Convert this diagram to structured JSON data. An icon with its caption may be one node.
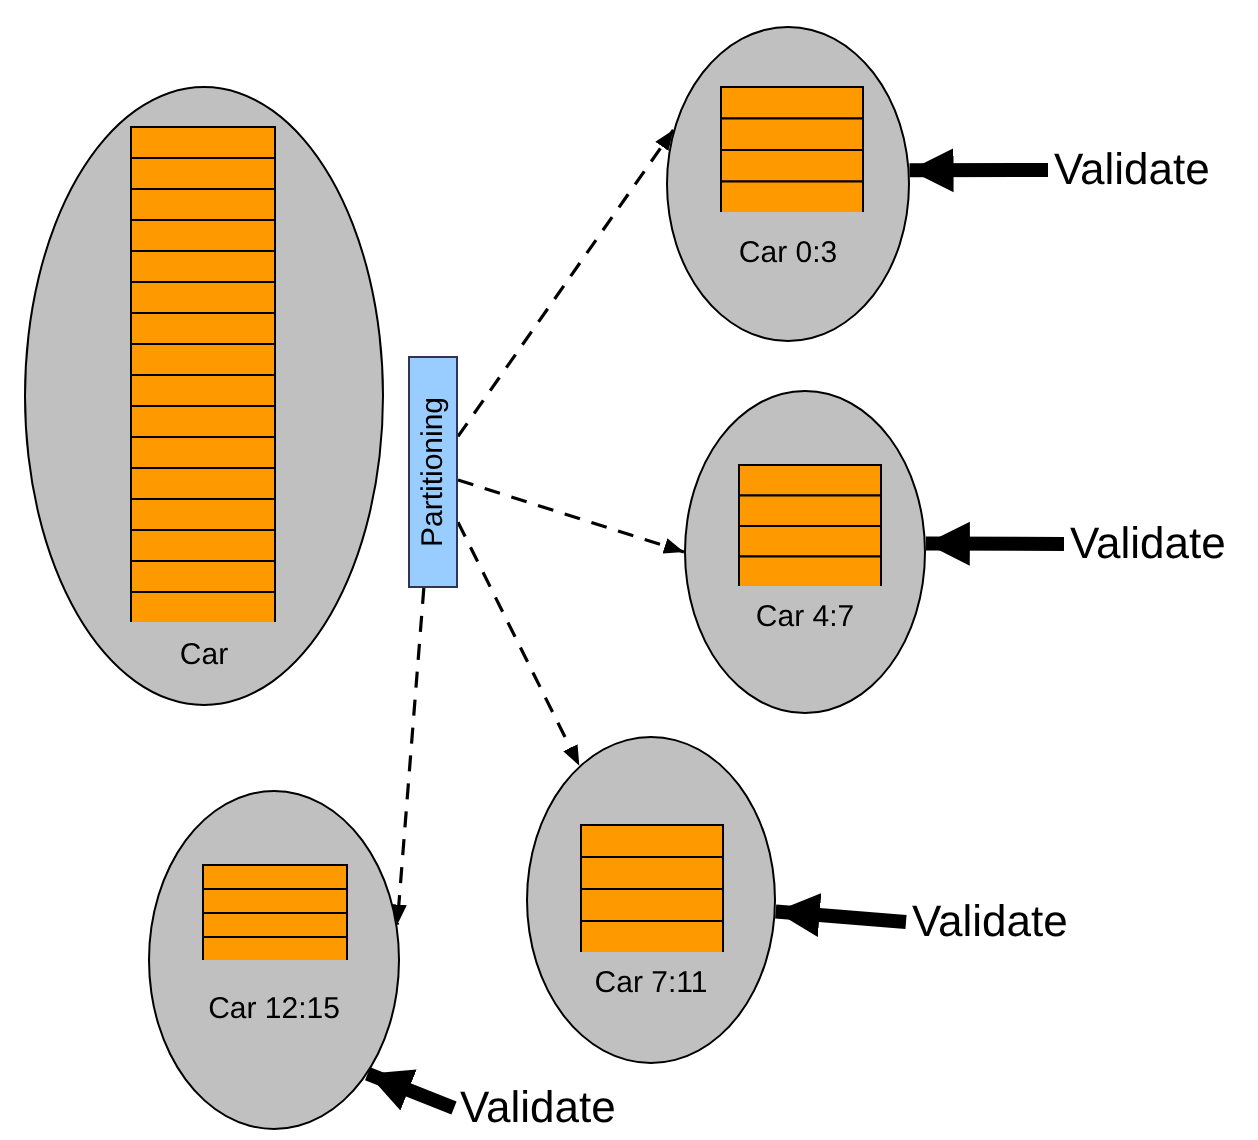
{
  "diagram": {
    "nodes": [
      {
        "text": [
          "Car"
        ]
      },
      {
        "text": [
          "Partitioning"
        ]
      },
      {
        "text": [
          "Car 0:3"
        ]
      },
      {
        "text": [
          "Car 4:7"
        ]
      },
      {
        "text": [
          "Car 7:11"
        ]
      },
      {
        "text": [
          "Car 12:15"
        ]
      },
      {
        "text": [
          "Validate"
        ]
      },
      {
        "text": [
          "Validate"
        ]
      },
      {
        "text": [
          "Validate"
        ]
      },
      {
        "text": [
          "Validate"
        ]
      }
    ],
    "edges": [
      {
        "from": 1,
        "to": 2,
        "arrow": "to",
        "style": "dashed"
      },
      {
        "from": 1,
        "to": 3,
        "arrow": "to",
        "style": "dashed"
      },
      {
        "from": 1,
        "to": 4,
        "arrow": "to",
        "style": "dashed"
      },
      {
        "from": 1,
        "to": 5,
        "arrow": "to",
        "style": "dashed"
      },
      {
        "from": 6,
        "to": 2,
        "arrow": "to",
        "style": "thick"
      },
      {
        "from": 7,
        "to": 3,
        "arrow": "to",
        "style": "thick"
      },
      {
        "from": 8,
        "to": 4,
        "arrow": "to",
        "style": "thick"
      },
      {
        "from": 9,
        "to": 5,
        "arrow": "to",
        "style": "thick"
      }
    ]
  }
}
